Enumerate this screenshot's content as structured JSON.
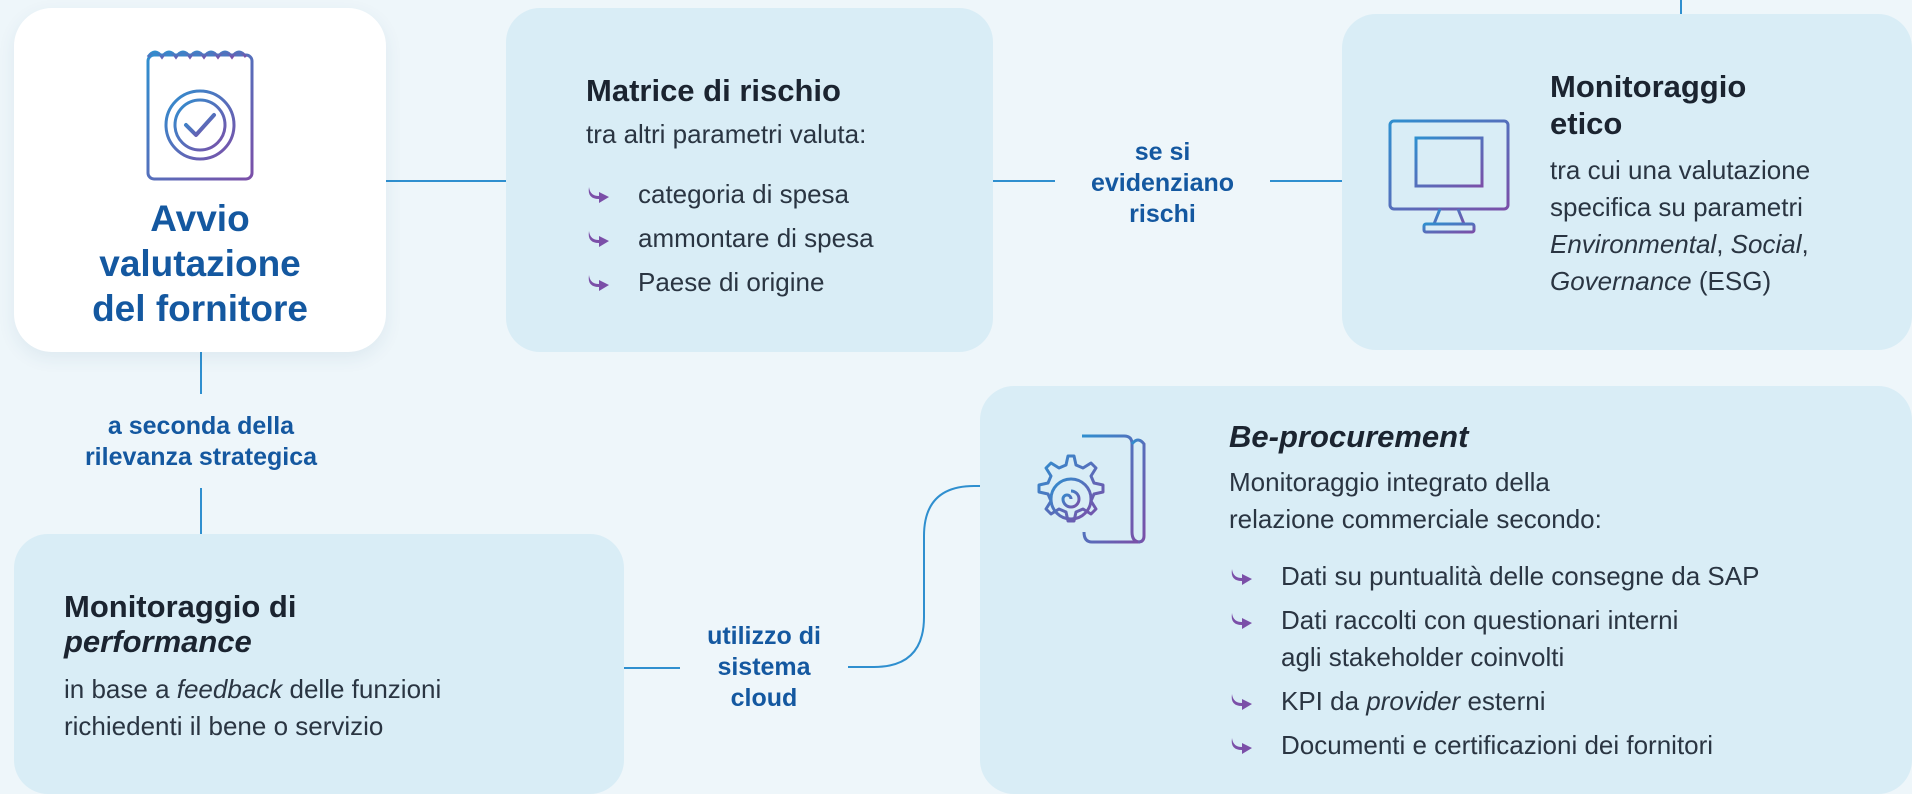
{
  "start": {
    "title": "Avvio\nvalutazione\ndel fornitore",
    "icon": "calendar-check-icon"
  },
  "risk_matrix": {
    "title": "Matrice di rischio",
    "subtitle": "tra altri parametri valuta:",
    "items": [
      "categoria di spesa",
      "ammontare di spesa",
      "Paese di origine"
    ]
  },
  "ethical": {
    "title_line1": "Monitoraggio",
    "title_line2": "etico",
    "line1": "tra cui una valutazione",
    "line2": "specifica su parametri",
    "l3a": "Environmental",
    "l3b": ", ",
    "l3c": "Social",
    "l3d": ",",
    "l4a": "Governance",
    "l4b": " (ESG)",
    "icon": "monitor-document-icon"
  },
  "performance": {
    "title_line1": "Monitoraggio di",
    "title_line2": "performance",
    "l1a": "in base a ",
    "l1b": "feedback",
    "l1c": " delle funzioni",
    "line2": "richiedenti il bene o servizio"
  },
  "beprocurement": {
    "title": "Be-procurement",
    "line1": "Monitoraggio integrato della",
    "line2": "relazione commerciale secondo:",
    "item1": "Dati su puntualità delle consegne da SAP",
    "item2_line1": "Dati raccolti con questionari interni",
    "item2_line2": "agli stakeholder coinvolti",
    "item3a": "KPI da ",
    "item3b": "provider",
    "item3c": " esterni",
    "item4": "Documenti e certificazioni dei fornitori",
    "icon": "gear-document-icon"
  },
  "connectors": {
    "risks": "se si\nevidenziano\nrischi",
    "strategic": "a seconda della\nrilevanza strategica",
    "cloud": "utilizzo di\nsistema\ncloud"
  },
  "colors": {
    "accent_blue": "#1458a0",
    "line_blue": "#2f8fcf",
    "arrow_purple": "#7b4fa8",
    "card_bg": "#d9edf6",
    "page_bg": "#eef6fa"
  }
}
